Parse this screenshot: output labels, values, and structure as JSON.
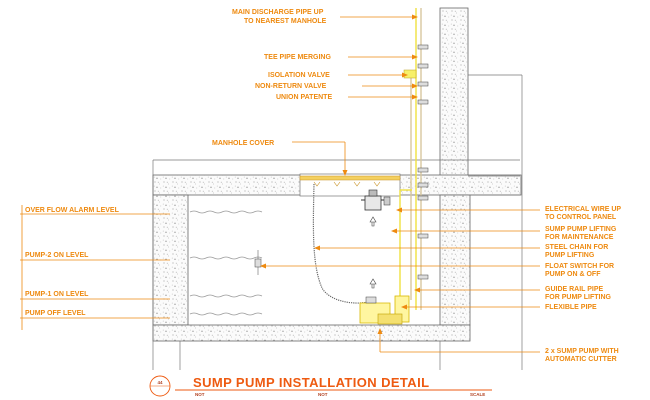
{
  "labels": {
    "main_discharge": [
      "MAIN DISCHARGE PIPE UP",
      "TO NEAREST MANHOLE"
    ],
    "tee_pipe": "TEE PIPE MERGING",
    "isolation_valve": "ISOLATION VALVE",
    "non_return_valve": "NON-RETURN VALVE",
    "union_patente": "UNION PATENTE",
    "manhole_cover": "MANHOLE COVER",
    "electrical_wire": [
      "ELECTRICAL WIRE UP",
      "TO CONTROL PANEL"
    ],
    "sump_pump_lifting": [
      "SUMP PUMP LIFTING",
      "FOR MAINTENANCE"
    ],
    "steel_chain": [
      "STEEL CHAIN FOR",
      "PUMP LIFTING"
    ],
    "float_switch": [
      "FLOAT SWITCH FOR",
      "PUMP ON & OFF"
    ],
    "guide_rail": [
      "GUIDE RAIL PIPE",
      "FOR PUMP LIFTING"
    ],
    "flexible_pipe": "FLEXIBLE PIPE",
    "sump_pumps": [
      "2 x SUMP PUMP WITH",
      "AUTOMATIC CUTTER"
    ],
    "overflow_alarm": "OVER FLOW ALARM LEVEL",
    "pump2_on": "PUMP-2 ON LEVEL",
    "pump1_on": "PUMP-1 ON LEVEL",
    "pump_off": "PUMP OFF LEVEL"
  },
  "title_block": {
    "title": "SUMP PUMP INSTALLATION DETAIL",
    "number": "44",
    "sub_left": "NOT",
    "sub_mid": "NOT",
    "sub_right": "SCALE"
  },
  "colors": {
    "label": "#ee8a10",
    "title": "#ee5a10",
    "pipe": "#f0e040",
    "concrete_outline": "#666666"
  }
}
